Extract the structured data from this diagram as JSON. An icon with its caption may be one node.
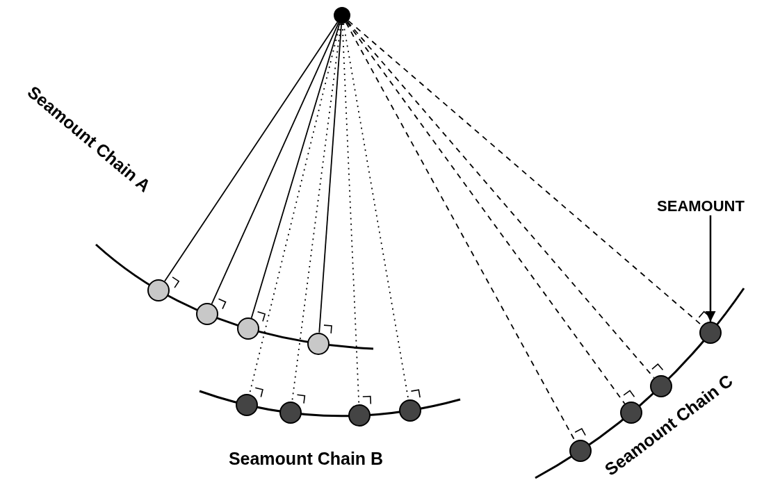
{
  "diagram": {
    "nodes": [
      {
        "text": [],
        "shape": "circle"
      },
      {
        "text": [],
        "shape": "circle"
      },
      {
        "text": [],
        "shape": "circle"
      },
      {
        "text": [],
        "shape": "circle"
      },
      {
        "text": [],
        "shape": "circle"
      },
      {
        "text": [],
        "shape": "circle"
      },
      {
        "text": [],
        "shape": "circle"
      },
      {
        "text": [],
        "shape": "circle"
      },
      {
        "text": [],
        "shape": "circle"
      },
      {
        "text": [],
        "shape": "circle"
      },
      {
        "text": [],
        "shape": "circle"
      },
      {
        "text": [],
        "shape": "circle"
      },
      {
        "text": [],
        "shape": "circle"
      },
      {
        "text": [
          "SEAMOUNT"
        ]
      }
    ],
    "edges": [
      {
        "from": 0,
        "to": 1,
        "arrow": "none"
      },
      {
        "from": 0,
        "to": 2,
        "arrow": "none"
      },
      {
        "from": 0,
        "to": 3,
        "arrow": "none"
      },
      {
        "from": 0,
        "to": 4,
        "arrow": "none"
      },
      {
        "from": 0,
        "to": 5,
        "arrow": "none",
        "style": "dashed"
      },
      {
        "from": 0,
        "to": 6,
        "arrow": "none",
        "style": "dashed"
      },
      {
        "from": 0,
        "to": 7,
        "arrow": "none",
        "style": "dashed"
      },
      {
        "from": 0,
        "to": 8,
        "arrow": "none",
        "style": "dashed"
      },
      {
        "from": 0,
        "to": 9,
        "arrow": "none",
        "style": "dashed"
      },
      {
        "from": 0,
        "to": 10,
        "arrow": "none",
        "style": "dashed"
      },
      {
        "from": 0,
        "to": 11,
        "arrow": "none",
        "style": "dashed"
      },
      {
        "from": 0,
        "to": 12,
        "arrow": "none",
        "style": "dashed"
      },
      {
        "from": 13,
        "to": 12,
        "arrow": "to"
      }
    ],
    "labels": [
      "Seamount Chain A",
      "Seamount Chain B",
      "Seamount Chain C"
    ]
  }
}
